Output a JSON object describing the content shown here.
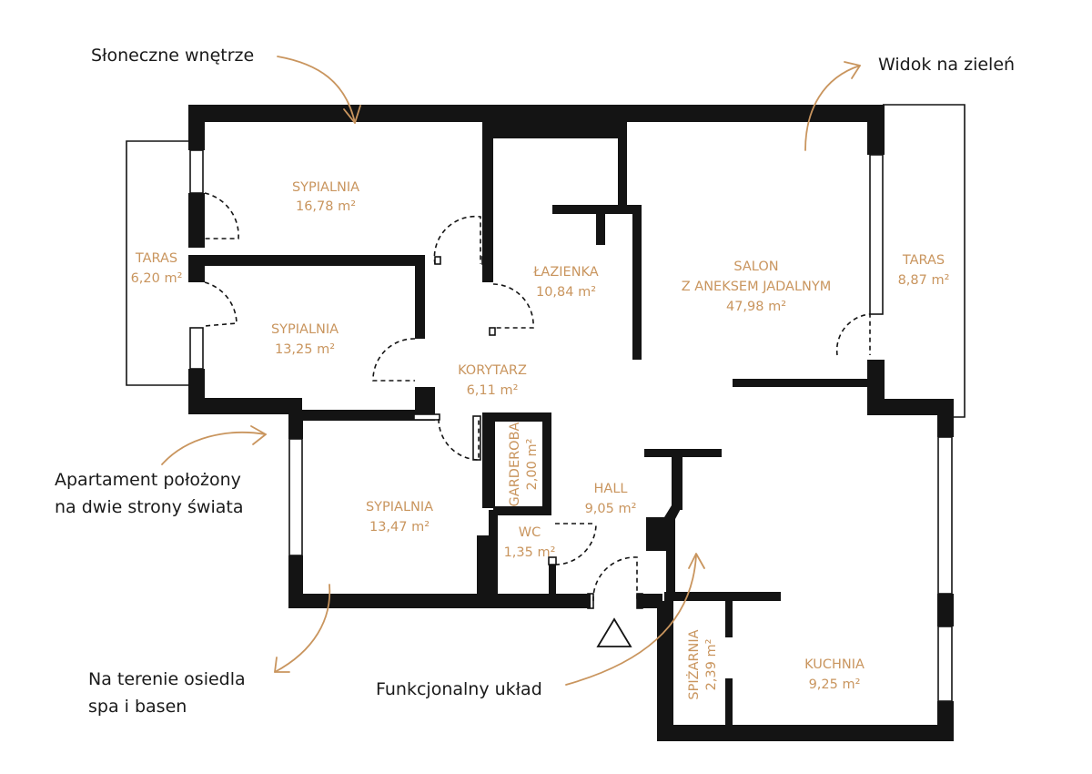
{
  "callouts": {
    "sunny": "Słoneczne wnętrze",
    "green_view": "Widok na zieleń",
    "two_sides_1": "Apartament położony",
    "two_sides_2": "na dwie strony świata",
    "spa_1": "Na terenie osiedla",
    "spa_2": "spa i basen",
    "functional": "Funkcjonalny układ"
  },
  "rooms": {
    "bedroom1": {
      "name": "SYPIALNIA",
      "area": "16,78 m²"
    },
    "terrace_left": {
      "name": "TARAS",
      "area": "6,20 m²"
    },
    "bedroom2": {
      "name": "SYPIALNIA",
      "area": "13,25 m²"
    },
    "bathroom": {
      "name": "ŁAZIENKA",
      "area": "10,84 m²"
    },
    "salon": {
      "name_1": "SALON",
      "name_2": "Z ANEKSEM JADALNYM",
      "area": "47,98 m²"
    },
    "terrace_right": {
      "name": "TARAS",
      "area": "8,87 m²"
    },
    "corridor": {
      "name": "KORYTARZ",
      "area": "6,11 m²"
    },
    "wardrobe": {
      "name": "GARDEROBA",
      "area": "2,00 m²"
    },
    "hall": {
      "name": "HALL",
      "area": "9,05 m²"
    },
    "bedroom3": {
      "name": "SYPIALNIA",
      "area": "13,47 m²"
    },
    "wc": {
      "name": "WC",
      "area": "1,35 m²"
    },
    "pantry": {
      "name": "SPIŻARNIA",
      "area": "2,39 m²"
    },
    "kitchen": {
      "name": "KUCHNIA",
      "area": "9,25 m²"
    }
  },
  "colors": {
    "label": "#c9955e",
    "wall": "#141414",
    "arrow": "#c9955e"
  },
  "icons": {
    "entrance": "triangle-icon"
  }
}
